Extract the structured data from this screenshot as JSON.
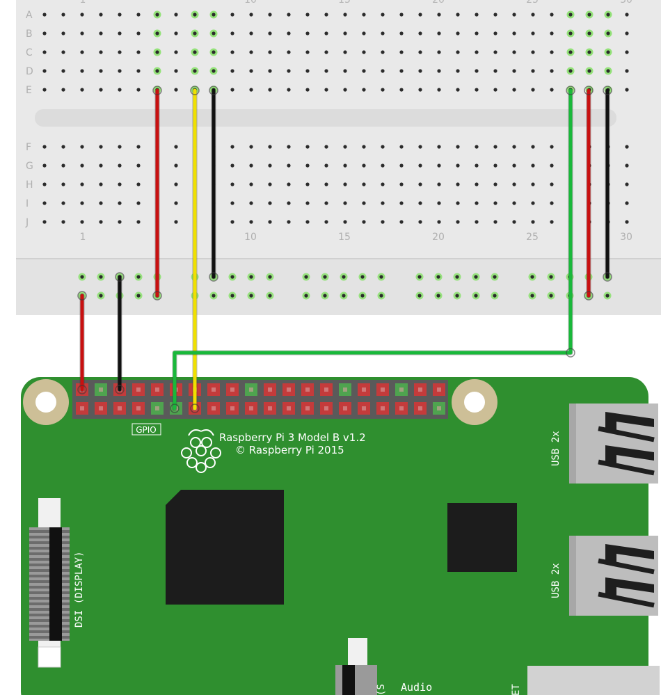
{
  "breadboard": {
    "top_rows": [
      "A",
      "B",
      "C",
      "D",
      "E"
    ],
    "bottom_rows": [
      "F",
      "G",
      "H",
      "I",
      "J"
    ],
    "column_numbers": [
      "1",
      "10",
      "15",
      "20",
      "25",
      "30"
    ],
    "colors": {
      "body": "#e9e9e9",
      "rail": "#dedede",
      "hole": "#2b2b2b",
      "hole_active": "#7ee05c"
    }
  },
  "board": {
    "model_line1": "Raspberry Pi 3 Model B v1.2",
    "model_line2": "© Raspberry Pi 2015",
    "gpio_label": "GPIO",
    "usb_label_1": "USB 2x",
    "usb_label_2": "USB 2x",
    "dsi_label": "DSI (DISPLAY)",
    "audio_label": "Audio",
    "partial_label_left": "(S",
    "partial_label_right": "ET",
    "colors": {
      "pcb": "#2f8f2f",
      "chip": "#1c1c1c",
      "header": "#555555",
      "pad_red": "#c43b3b",
      "pad_green": "#4fa34f"
    }
  },
  "wires": [
    {
      "color": "#c81010"
    },
    {
      "color": "#f0e000"
    },
    {
      "color": "#111111"
    },
    {
      "color": "#19b83a"
    },
    {
      "color": "#c81010"
    },
    {
      "color": "#111111"
    },
    {
      "color": "#c81010"
    },
    {
      "color": "#111111"
    },
    {
      "color": "#19b83a"
    }
  ]
}
